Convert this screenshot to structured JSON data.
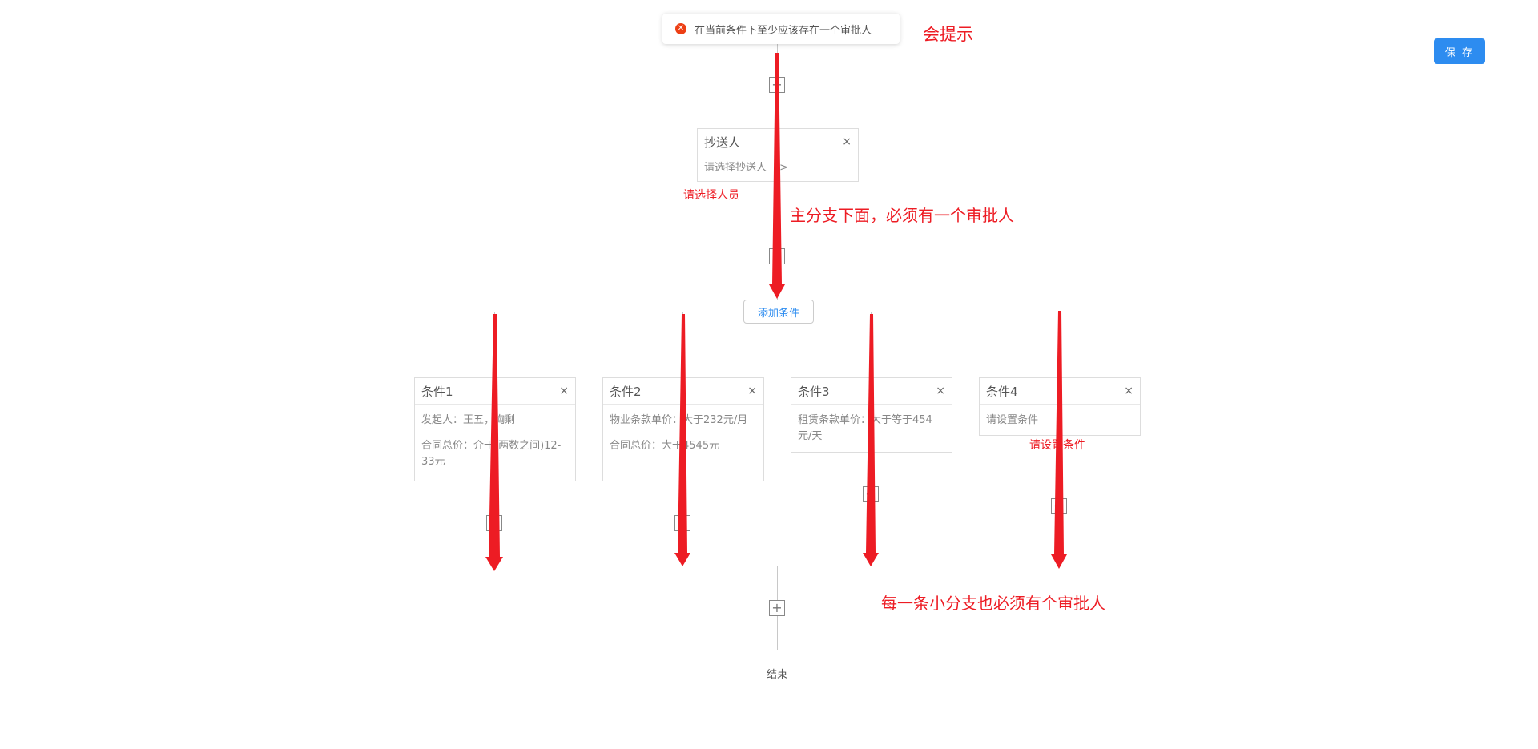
{
  "toast": {
    "icon": "error-circle-icon",
    "message": "在当前条件下至少应该存在一个审批人"
  },
  "toolbar": {
    "save_label": "保 存"
  },
  "cc_node": {
    "title": "抄送人",
    "close": "×",
    "body": "请选择抄送人",
    "chevron": ">",
    "error": "请选择人员"
  },
  "add_condition_label": "添加条件",
  "plus_symbol": "+",
  "conditions": [
    {
      "title": "条件1",
      "close": "×",
      "lines": [
        "发起人：王五，胸剩",
        "合同总价：介于(两数之间)12-33元"
      ]
    },
    {
      "title": "条件2",
      "close": "×",
      "lines": [
        "物业条款单价：大于232元/月",
        "合同总价：大于4545元"
      ]
    },
    {
      "title": "条件3",
      "close": "×",
      "lines": [
        "租赁条款单价：大于等于454元/天"
      ]
    },
    {
      "title": "条件4",
      "close": "×",
      "lines": [
        "请设置条件"
      ],
      "error": "请设置条件"
    }
  ],
  "end_label": "结束",
  "annotations": {
    "toast_note": "会提示",
    "main_branch_note": "主分支下面，必须有一个审批人",
    "sub_branch_note": "每一条小分支也必须有个审批人"
  },
  "colors": {
    "accent": "#2d8cf0",
    "error": "#ed3f14",
    "annotation": "#ed1c24",
    "line": "#c8c8c8"
  }
}
